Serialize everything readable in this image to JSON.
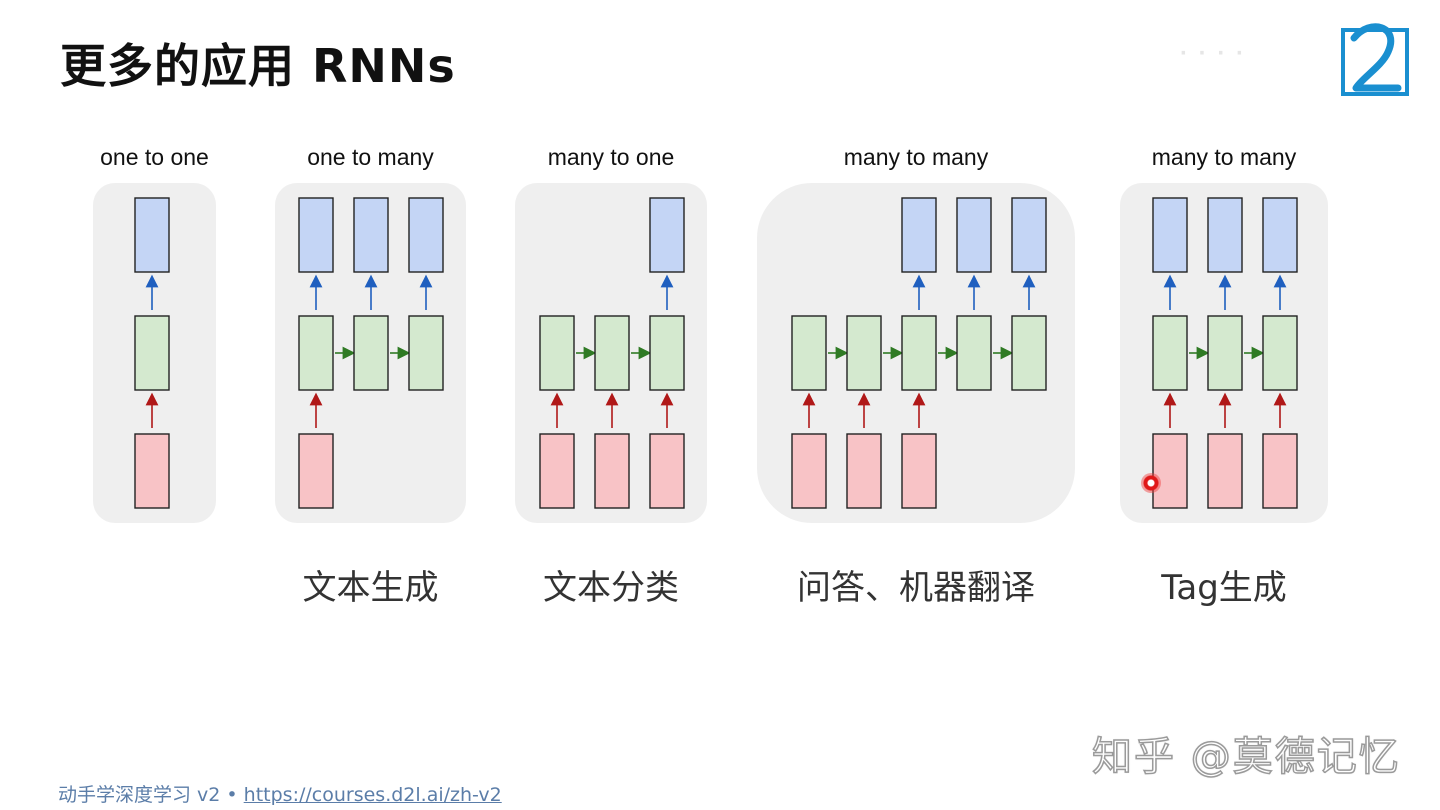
{
  "title": "更多的应用 RNNs",
  "colors": {
    "input": "#f8c3c6",
    "hidden": "#d4e9cf",
    "output": "#c4d5f5",
    "panel": "#efefef",
    "arrow_in": "#b01818",
    "arrow_hidden": "#2f7a24",
    "arrow_out": "#1f5fbf"
  },
  "panels": [
    {
      "label": "one to one",
      "caption": "",
      "inputs": [
        0
      ],
      "hidden": [
        0
      ],
      "outputs": [
        0
      ]
    },
    {
      "label": "one to many",
      "caption": "文本生成",
      "inputs": [
        0
      ],
      "hidden": [
        0,
        1,
        2
      ],
      "outputs": [
        0,
        1,
        2
      ]
    },
    {
      "label": "many to one",
      "caption": "文本分类",
      "inputs": [
        0,
        1,
        2
      ],
      "hidden": [
        0,
        1,
        2
      ],
      "outputs": [
        2
      ]
    },
    {
      "label": "many to many",
      "caption": "问答、机器翻译",
      "inputs": [
        0,
        1,
        2
      ],
      "hidden": [
        0,
        1,
        2,
        3,
        4
      ],
      "outputs": [
        2,
        3,
        4
      ]
    },
    {
      "label": "many to many",
      "caption": "Tag生成",
      "inputs": [
        0,
        1,
        2
      ],
      "hidden": [
        0,
        1,
        2
      ],
      "outputs": [
        0,
        1,
        2
      ]
    }
  ],
  "watermark": "知乎 @莫德记忆",
  "footer": {
    "course": "动手学深度学习 v2 • ",
    "link": "https://courses.d2l.ai/zh-v2"
  },
  "icons": {
    "logo": "d2l-logo-icon",
    "pointer": "laser-pointer-icon"
  }
}
